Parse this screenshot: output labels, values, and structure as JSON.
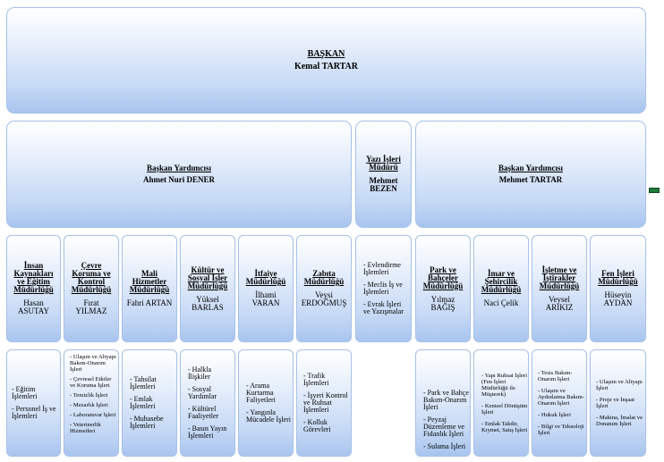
{
  "baskan": {
    "title": "BAŞKAN",
    "name": "Kemal TARTAR"
  },
  "yardimcilar": [
    {
      "title": "Başkan Yardımcısı",
      "name": "Ahmet Nuri DENER"
    },
    {
      "title": "Başkan Yardımcısı",
      "name": "Mehmet TARTAR"
    }
  ],
  "yazi_isleri": {
    "title": "Yazı İşleri Müdürü",
    "name": "Mehmet BEZEN"
  },
  "mudurlukler": [
    {
      "title": "İnsan Kaynakları ve Eğitim Müdürlüğü",
      "name": "Hasan ASUTAY"
    },
    {
      "title": "Çevre Koruma ve Kontrol Müdürlüğü",
      "name": "Fırat YILMAZ"
    },
    {
      "title": "Mali Hizmetler Müdürlüğü",
      "name": "Fahri ARTAN"
    },
    {
      "title": "Kültür ve Sosyal İşler Müdürlüğü",
      "name": "Yüksel BARLAS"
    },
    {
      "title": "İtfaiye Müdürlüğü",
      "name": "İlhami VARAN"
    },
    {
      "title": "Zabıta Müdürlüğü",
      "name": "Veysi ERDOĞMUŞ"
    },
    {
      "title": "Park ve Bahçeler Müdürlüğü",
      "name": "Yılmaz BAĞIŞ"
    },
    {
      "title": "İmar ve Şehircilik Müdürlüğü",
      "name": "Naci Çelik"
    },
    {
      "title": "İşletme ve İştirakler Müdürlüğü",
      "name": "Veysel ARIKIZ"
    },
    {
      "title": "Fen İşleri Müdürlüğü",
      "name": "Hüseyin AYDAN"
    }
  ],
  "yazi_isleri_gorevler": [
    "- Evlendirme İşlemleri",
    "- Meclis İş ve İşlemleri",
    "- Evrak İşleri ve Yazışmalar"
  ],
  "gorevler": [
    [
      "- Eğitim İşlemleri",
      "- Personel İş ve İşlemleri"
    ],
    [
      "- Ulaşım ve Altyapı Bakım-Onarım İşleri",
      "- Çevresel Etkiler ve Koruma İşleri",
      "- Temizlik İşleri",
      "- Mezarlık İşleri",
      "- Laboratuvar İşleri",
      "- Veterinerlik Hizmetleri"
    ],
    [
      "- Tahsilat İşlemleri",
      "- Emlak İşlemleri",
      "- Muhasebe İşlemleri"
    ],
    [
      "- Halkla İlişkiler",
      "- Sosyal Yardımlar",
      "- Kültürel Faaliyetler",
      "- Basın Yayın İşlemleri"
    ],
    [
      "- Arama Kurtarma Faliyetleri",
      "- Yangınla Mücadele İşleri"
    ],
    [
      "- Trafik İşlemleri",
      "- İşyeri Kontrol ve Ruhsat İşlemleri",
      "- Kolluk Görevleri"
    ],
    [
      "- Park ve Bahçe Bakım-Onarım İşleri",
      "- Peyzaj Düzenleme ve Fidanlık İşleri",
      "- Sulama İşleri"
    ],
    [
      "- Yapı Ruhsat İşleri (Fen İşleri Müdürlüğü ile Müşterek)",
      "- Kentsel Dönüşüm İşleri",
      "- Emlak Takdir, Kıymet, Satış İşleri"
    ],
    [
      "- Tesis Bakım-Onarım İşleri",
      "- Ulaşım ve Aydınlatma Bakım-Onarım İşleri",
      "- Hukuk İşleri",
      "- Bilgi ve Teknoloji İşleri"
    ],
    [
      "- Ulaşım ve Altyapı İşleri",
      "- Proje ve İnşaat İşleri",
      "- Makina, İmalat ve Donanım İşleri"
    ]
  ]
}
